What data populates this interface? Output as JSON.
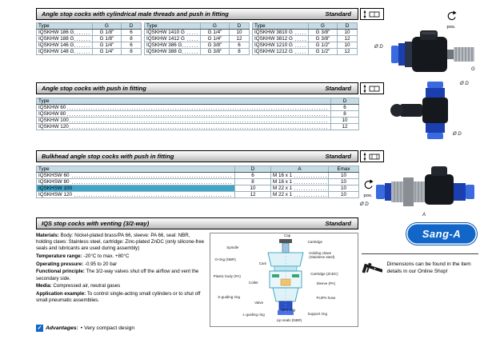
{
  "s1": {
    "title": "Angle stop cocks with cylindrical male threads and push in fitting",
    "badge": "Standard",
    "t0": {
      "h": [
        "Type",
        "G",
        "D"
      ],
      "r": [
        [
          "IQSKHW 186 G",
          "G 1/8\"",
          "6"
        ],
        [
          "IQSKHW 188 G",
          "G 1/8\"",
          "8"
        ],
        [
          "IQSKHW 146 G",
          "G 1/4\"",
          "6"
        ],
        [
          "IQSKHW 148 G",
          "G 1/4\"",
          "8"
        ]
      ]
    },
    "t1": {
      "h": [
        "Type",
        "G",
        "D"
      ],
      "r": [
        [
          "IQSKHW 1410 G",
          "G 1/4\"",
          "10"
        ],
        [
          "IQSKHW 1412 G",
          "G 1/4\"",
          "12"
        ],
        [
          "IQSKHW 386 G",
          "G 3/8\"",
          "6"
        ],
        [
          "IQSKHW 388 G",
          "G 3/8\"",
          "8"
        ]
      ]
    },
    "t2": {
      "h": [
        "Type",
        "G",
        "D"
      ],
      "r": [
        [
          "IQSKHW 3810 G",
          "G 3/8\"",
          "10"
        ],
        [
          "IQSKHW 3812 G",
          "G 3/8\"",
          "12"
        ],
        [
          "IQSKHW 1210 G",
          "G 1/2\"",
          "10"
        ],
        [
          "IQSKHW 1212 G",
          "G 1/2\"",
          "12"
        ]
      ]
    },
    "pos": "pos.",
    "dia": "Ø D",
    "g": "G"
  },
  "s2": {
    "title": "Angle stop cocks with push in fitting",
    "badge": "Standard",
    "t": {
      "h": [
        "Type",
        "D"
      ],
      "r": [
        [
          "IQSKHW 60",
          "6"
        ],
        [
          "IQSKHW 80",
          "8"
        ],
        [
          "IQSKHW 100",
          "10"
        ],
        [
          "IQSKHW 120",
          "12"
        ]
      ]
    },
    "dia_top": "Ø D",
    "dia_bottom": "Ø D"
  },
  "s3": {
    "title": "Bulkhead angle stop cocks with push in fitting",
    "badge": "Standard",
    "t": {
      "h": [
        "Type",
        "D",
        "A",
        "Emax"
      ],
      "r": [
        [
          "IQSKHSW 60",
          "6",
          "M 16 x 1",
          "10"
        ],
        [
          "IQSKHSW 80",
          "8",
          "M 16 x 1",
          "10"
        ],
        [
          "IQSKHSW 100",
          "10",
          "M 22 x 1",
          "10"
        ],
        [
          "IQSKHSW 120",
          "12",
          "M 22 x 1",
          "10"
        ]
      ]
    },
    "pos": "pos.",
    "dia": "Ø D",
    "a": "A"
  },
  "s4": {
    "title": "IQS stop cocks with venting (3/2-way)",
    "badge": "Standard",
    "info": [
      {
        "label": "Materials:",
        "text": "Body: Nickel-plated brass/PA 66, sleeve: PA 66, seal: NBR, holding claws: Stainless steel, cartridge: Zinc-plated ZnDC (only silicone-free seals and lubricants are used during assembly)"
      },
      {
        "label": "Temperature range:",
        "text": "-20°C to max. +80°C"
      },
      {
        "label": "Operating pressure:",
        "text": "-0.95 to 20 bar"
      },
      {
        "label": "Functional principle:",
        "text": "The 3/2-way valves shut off the airflow and vent the secondary side."
      },
      {
        "label": "Media:",
        "text": "Compressed air, neutral gases"
      },
      {
        "label": "Application example:",
        "text": "To control single-acting small cylinders or to shut off small pneumatic assemblies."
      }
    ],
    "dg": [
      "Cap",
      "Cartridge",
      "Spindle",
      "O-ring (NBR)",
      "Cam",
      "Holding claws (Stainless steel)",
      "Plastic body (PA)",
      "Collet",
      "Cartridge (ZnDC)",
      "Sleeve (PA)",
      "S-guiding ring",
      "Valve",
      "L-guiding ring",
      "W/O ring",
      "PU/PA hose",
      "Support ring",
      "Lip seals (NBR)"
    ],
    "adv_label": "Advantages:",
    "adv_text": "• Very compact design"
  },
  "side": {
    "brand": "Sang-A",
    "note": "Dimensions can be found in the item details in our Online Shop!"
  }
}
